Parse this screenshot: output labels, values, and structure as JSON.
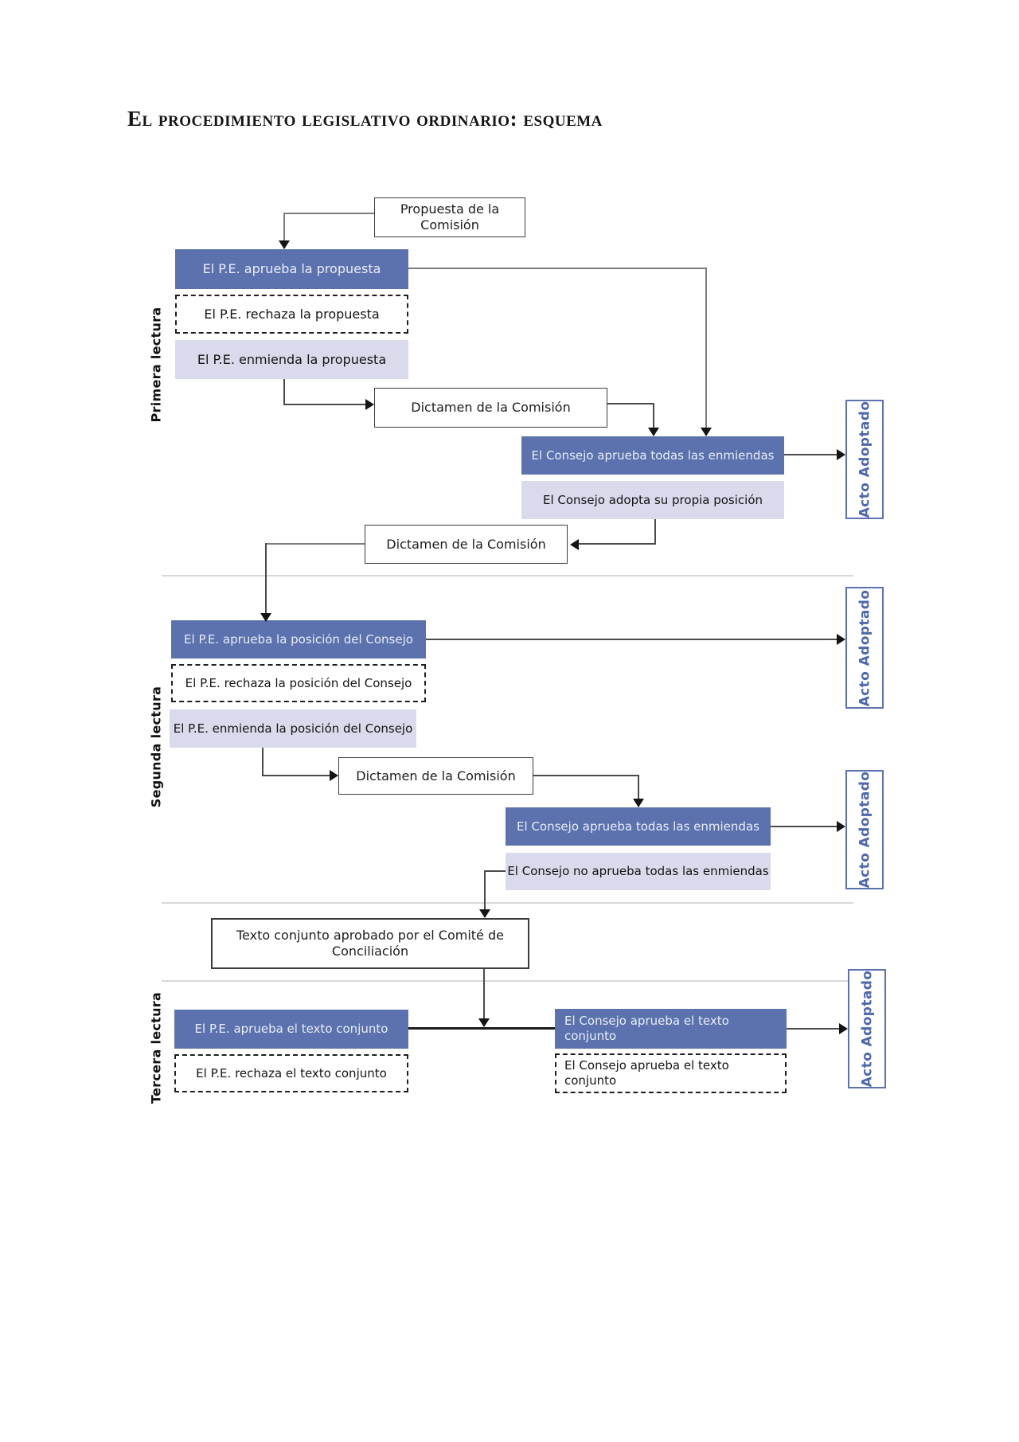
{
  "page": {
    "title": "El procedimiento legislativo ordinario: esquema"
  },
  "side_labels": {
    "first": "Primera lectura",
    "second": "Segunda lectura",
    "third": "Tercera lectura"
  },
  "boxes": {
    "propuesta": "Propuesta de la Comisión",
    "pe_aprueba_propuesta": "El P.E. aprueba la propuesta",
    "pe_rechaza_propuesta": "El P.E. rechaza la propuesta",
    "pe_enmienda_propuesta": "El P.E. enmienda la propuesta",
    "dictamen_1": "Dictamen de la Comisión",
    "consejo_aprueba_enmiendas_1": "El Consejo aprueba todas las enmiendas",
    "consejo_adopta_posicion": "El Consejo adopta su propia posición",
    "dictamen_2": "Dictamen de la Comisión",
    "pe_aprueba_posicion": "El P.E. aprueba la posición del Consejo",
    "pe_rechaza_posicion": "El P.E. rechaza la posición del Consejo",
    "pe_enmienda_posicion": "El P.E. enmienda la posición del Consejo",
    "dictamen_3": "Dictamen de la Comisión",
    "consejo_aprueba_enmiendas_2": "El Consejo aprueba todas las enmiendas",
    "consejo_no_aprueba_enmiendas": "El Consejo no aprueba todas las enmiendas",
    "texto_conjunto": "Texto conjunto aprobado por el Comité de Conciliación",
    "pe_aprueba_texto": "El P.E. aprueba el texto conjunto",
    "pe_rechaza_texto": "El P.E. rechaza el texto conjunto",
    "consejo_aprueba_texto": "El Consejo aprueba el texto conjunto",
    "consejo_aprueba_texto_dashed": "El Consejo aprueba el texto conjunto",
    "acto_adoptado": "Acto Adoptado"
  },
  "colors": {
    "primary_blue": "#5b72ae",
    "lavender": "#d9daeb",
    "acto_text": "#4d68ac",
    "divider_gray": "#d8d8d8"
  }
}
